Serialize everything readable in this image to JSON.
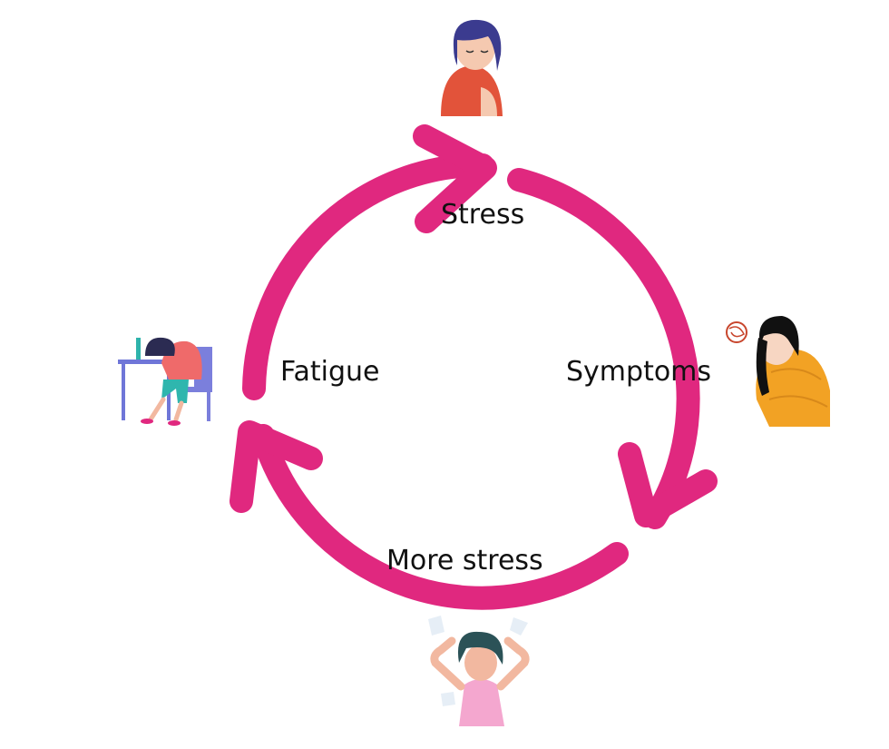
{
  "diagram": {
    "arrow_color": "#e0287f",
    "stages": [
      {
        "label": "Stress",
        "icon": "worried-woman-icon"
      },
      {
        "label": "Symptoms",
        "icon": "woman-stomach-pain-icon"
      },
      {
        "label": "More stress",
        "icon": "woman-pulling-hair-icon"
      },
      {
        "label": "Fatigue",
        "icon": "exhausted-woman-at-desk-icon"
      }
    ]
  }
}
